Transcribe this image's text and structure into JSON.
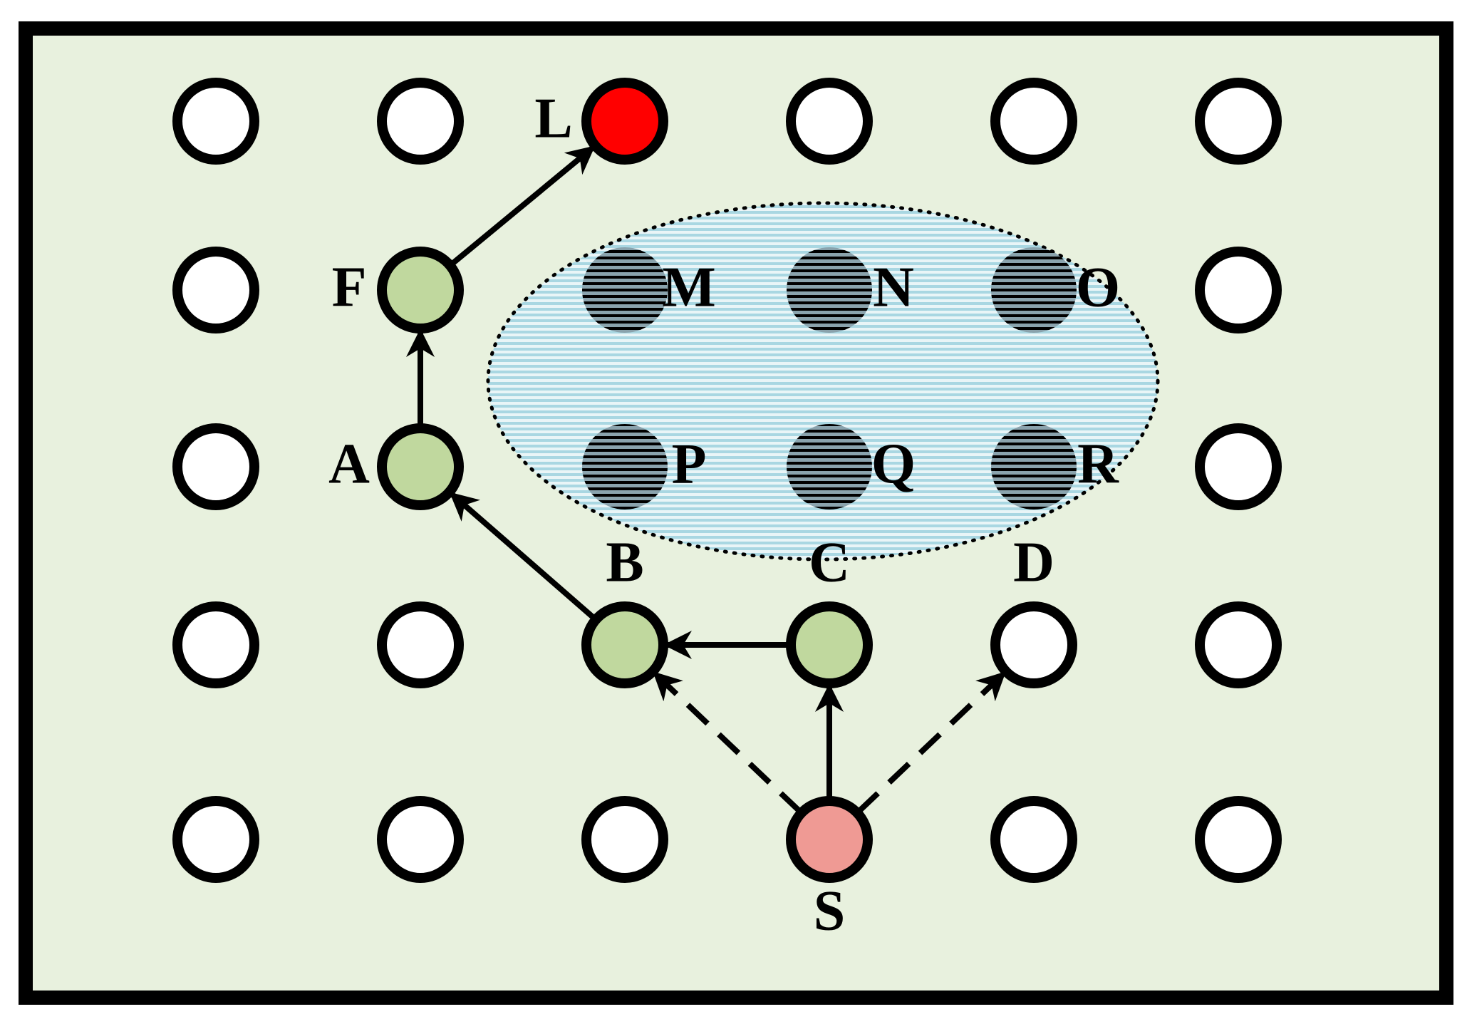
{
  "diagram": {
    "colors": {
      "background": "#e8f1de",
      "border": "#000000",
      "node_default": "#ffffff",
      "node_visited": "#c0d89e",
      "node_target": "#ff0000",
      "node_start": "#ef9a94",
      "obstacle_fill": "#b8dde6",
      "obstacle_node": "#7a8f9a"
    },
    "grid": {
      "columns": 6,
      "rows": 5
    },
    "nodes": [
      {
        "id": "r0c0",
        "label": "",
        "col": 0,
        "row": 0,
        "state": "default"
      },
      {
        "id": "r0c1",
        "label": "",
        "col": 1,
        "row": 0,
        "state": "default"
      },
      {
        "id": "L",
        "label": "L",
        "col": 2,
        "row": 0,
        "state": "target",
        "label_side": "left"
      },
      {
        "id": "r0c3",
        "label": "",
        "col": 3,
        "row": 0,
        "state": "default"
      },
      {
        "id": "r0c4",
        "label": "",
        "col": 4,
        "row": 0,
        "state": "default"
      },
      {
        "id": "r0c5",
        "label": "",
        "col": 5,
        "row": 0,
        "state": "default"
      },
      {
        "id": "r1c0",
        "label": "",
        "col": 0,
        "row": 1,
        "state": "default"
      },
      {
        "id": "F",
        "label": "F",
        "col": 1,
        "row": 1,
        "state": "visited",
        "label_side": "left"
      },
      {
        "id": "M",
        "label": "M",
        "col": 2,
        "row": 1,
        "state": "obstacle",
        "label_side": "right"
      },
      {
        "id": "N",
        "label": "N",
        "col": 3,
        "row": 1,
        "state": "obstacle",
        "label_side": "right"
      },
      {
        "id": "O",
        "label": "O",
        "col": 4,
        "row": 1,
        "state": "obstacle",
        "label_side": "right"
      },
      {
        "id": "r1c5",
        "label": "",
        "col": 5,
        "row": 1,
        "state": "default"
      },
      {
        "id": "r2c0",
        "label": "",
        "col": 0,
        "row": 2,
        "state": "default"
      },
      {
        "id": "A",
        "label": "A",
        "col": 1,
        "row": 2,
        "state": "visited",
        "label_side": "left"
      },
      {
        "id": "P",
        "label": "P",
        "col": 2,
        "row": 2,
        "state": "obstacle",
        "label_side": "right"
      },
      {
        "id": "Q",
        "label": "Q",
        "col": 3,
        "row": 2,
        "state": "obstacle",
        "label_side": "right"
      },
      {
        "id": "R",
        "label": "R",
        "col": 4,
        "row": 2,
        "state": "obstacle",
        "label_side": "right"
      },
      {
        "id": "r2c5",
        "label": "",
        "col": 5,
        "row": 2,
        "state": "default"
      },
      {
        "id": "r3c0",
        "label": "",
        "col": 0,
        "row": 3,
        "state": "default"
      },
      {
        "id": "r3c1",
        "label": "",
        "col": 1,
        "row": 3,
        "state": "default"
      },
      {
        "id": "B",
        "label": "B",
        "col": 2,
        "row": 3,
        "state": "visited",
        "label_side": "top"
      },
      {
        "id": "C",
        "label": "C",
        "col": 3,
        "row": 3,
        "state": "visited",
        "label_side": "top"
      },
      {
        "id": "D",
        "label": "D",
        "col": 4,
        "row": 3,
        "state": "default",
        "label_side": "top"
      },
      {
        "id": "r3c5",
        "label": "",
        "col": 5,
        "row": 3,
        "state": "default"
      },
      {
        "id": "r4c0",
        "label": "",
        "col": 0,
        "row": 4,
        "state": "default"
      },
      {
        "id": "r4c1",
        "label": "",
        "col": 1,
        "row": 4,
        "state": "default"
      },
      {
        "id": "r4c2",
        "label": "",
        "col": 2,
        "row": 4,
        "state": "default"
      },
      {
        "id": "S",
        "label": "S",
        "col": 3,
        "row": 4,
        "state": "start",
        "label_side": "bottom"
      },
      {
        "id": "r4c4",
        "label": "",
        "col": 4,
        "row": 4,
        "state": "default"
      },
      {
        "id": "r4c5",
        "label": "",
        "col": 5,
        "row": 4,
        "state": "default"
      }
    ],
    "edges": [
      {
        "from": "S",
        "to": "C",
        "style": "solid"
      },
      {
        "from": "S",
        "to": "B",
        "style": "dashed"
      },
      {
        "from": "S",
        "to": "D",
        "style": "dashed"
      },
      {
        "from": "C",
        "to": "B",
        "style": "solid"
      },
      {
        "from": "B",
        "to": "A",
        "style": "solid"
      },
      {
        "from": "A",
        "to": "F",
        "style": "solid"
      },
      {
        "from": "F",
        "to": "L",
        "style": "solid"
      }
    ]
  }
}
